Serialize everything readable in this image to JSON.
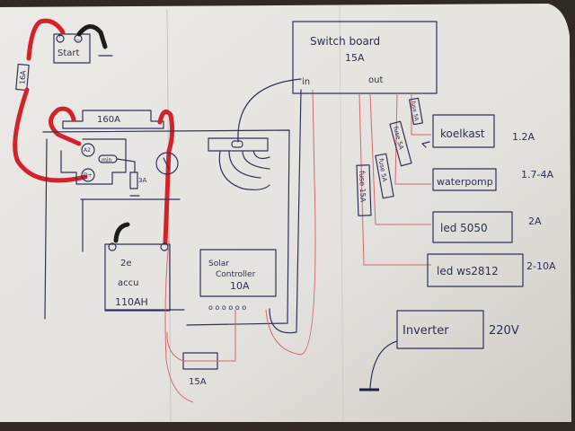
{
  "diagram": {
    "start_battery": {
      "label": "Start",
      "plus": "+",
      "minus": "−"
    },
    "fuse_left": "16A",
    "main_fuse": "160A",
    "relay_terminals": {
      "a": "A2",
      "b": "D+",
      "c": "min"
    },
    "relay_fuse": "3A",
    "second_battery": {
      "line1": "2e",
      "line2": "accu",
      "line3": "110AH"
    },
    "solar_controller": {
      "line1": "Solar",
      "line2": "Controller",
      "line3": "10A"
    },
    "solar_fuse": "15A",
    "switch_board": {
      "line1": "Switch board",
      "line2": "15A",
      "in": "in",
      "out": "out"
    },
    "branch_fuses": [
      "fuse 5A",
      "fuse 5A",
      "fuse 5A",
      "fuse 15A"
    ],
    "loads": [
      {
        "name": "koelkast",
        "current": "1.2A"
      },
      {
        "name": "waterpomp",
        "current": "1.7-4A"
      },
      {
        "name": "led 5050",
        "current": "2A"
      },
      {
        "name": "led ws2812",
        "current": "2-10A"
      }
    ],
    "inverter": {
      "name": "Inverter",
      "voltage": "220V"
    }
  }
}
